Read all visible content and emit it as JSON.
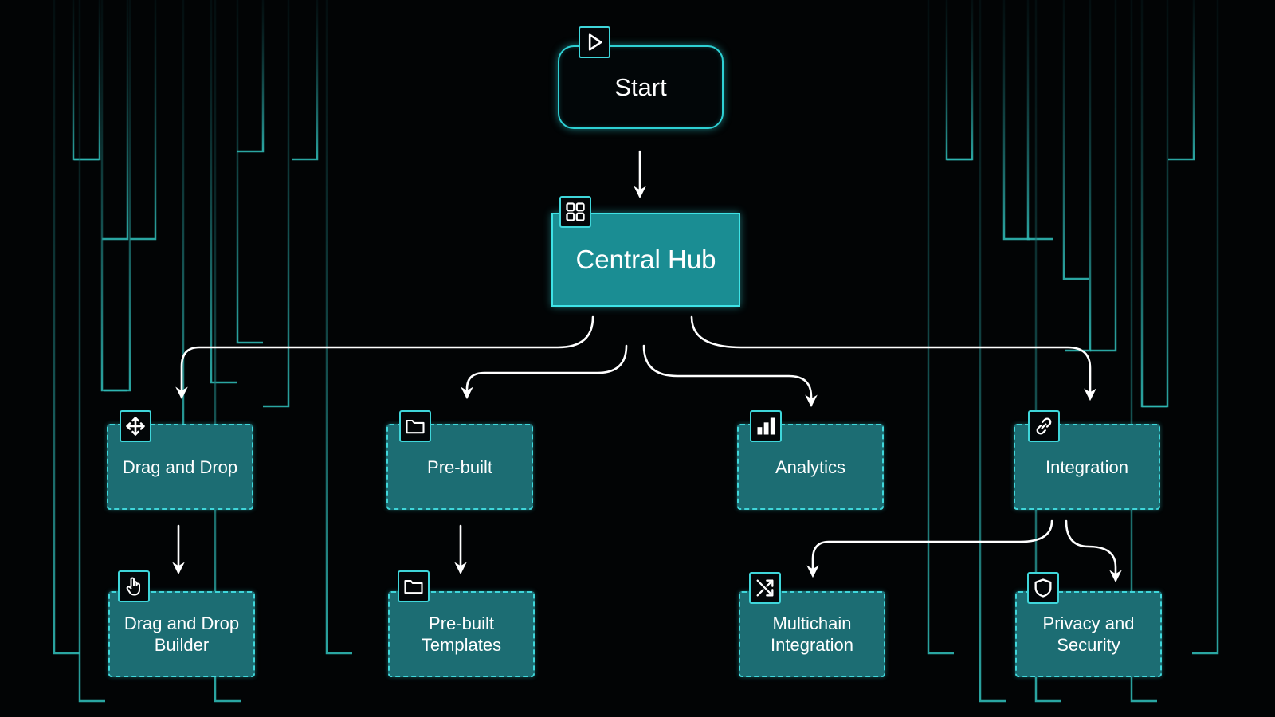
{
  "colors": {
    "background": "#020405",
    "hub_fill": "#1a8d93",
    "leaf_fill": "#1c6d73",
    "accent": "#3fd6da",
    "arrow": "#ffffff"
  },
  "nodes": {
    "start": {
      "label": "Start",
      "icon": "play-icon"
    },
    "hub": {
      "label": "Central Hub",
      "icon": "grid-icon"
    },
    "drag_drop": {
      "label": "Drag and Drop",
      "icon": "move-icon"
    },
    "prebuilt": {
      "label": "Pre-built",
      "icon": "folder-icon"
    },
    "analytics": {
      "label": "Analytics",
      "icon": "bar-chart-icon"
    },
    "integration": {
      "label": "Integration",
      "icon": "link-icon"
    },
    "drag_drop_builder": {
      "label": "Drag and Drop Builder",
      "icon": "pointer-hand-icon"
    },
    "prebuilt_templates": {
      "label": "Pre-built Templates",
      "icon": "folder-icon"
    },
    "multichain": {
      "label": "Multichain Integration",
      "icon": "shuffle-icon"
    },
    "privacy": {
      "label": "Privacy and Security",
      "icon": "shield-icon"
    }
  },
  "edges": [
    {
      "from": "Start",
      "to": "Central Hub"
    },
    {
      "from": "Central Hub",
      "to": "Drag and Drop"
    },
    {
      "from": "Central Hub",
      "to": "Pre-built"
    },
    {
      "from": "Central Hub",
      "to": "Analytics"
    },
    {
      "from": "Central Hub",
      "to": "Integration"
    },
    {
      "from": "Drag and Drop",
      "to": "Drag and Drop Builder"
    },
    {
      "from": "Pre-built",
      "to": "Pre-built Templates"
    },
    {
      "from": "Integration",
      "to": "Multichain Integration"
    },
    {
      "from": "Integration",
      "to": "Privacy and Security"
    }
  ]
}
